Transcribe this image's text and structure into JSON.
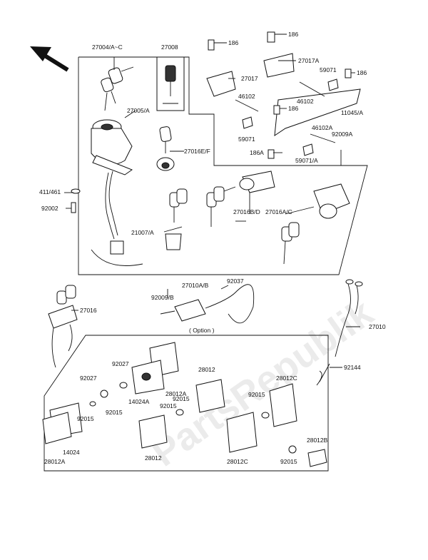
{
  "labels": {
    "l27004": "27004/A~C",
    "l27008": "27008",
    "l27005": "27005/A",
    "l27016ef": "27016E/F",
    "l411": "411/461",
    "l92002": "92002",
    "l21007": "21007/A",
    "l27016bd": "27016B/D",
    "l27016ac": "27016A/C",
    "l186a": "186",
    "l186b": "186",
    "l186c": "186",
    "l186d": "186",
    "l186A": "186A",
    "l27017": "27017",
    "l27017a": "27017A",
    "l59071a": "59071",
    "l59071b": "59071",
    "l59071A": "59071/A",
    "l46102a": "46102",
    "l46102b": "46102",
    "l46102A": "46102A",
    "l11045": "11045/A",
    "l92009A": "92009A",
    "l27016": "27016",
    "l92009b": "92009/B",
    "l27010ab": "27010A/B",
    "l92037": "92037",
    "l27010": "27010",
    "loption": "( Option )",
    "l92027a": "92027",
    "l92027b": "92027",
    "l92015a": "92015",
    "l92015b": "92015",
    "l92015c": "92015",
    "l92015d": "92015",
    "l92015e": "92015",
    "l92015f": "92015",
    "l14024a": "14024A",
    "l14024": "14024",
    "l28012a1": "28012A",
    "l28012a2": "28012A",
    "l28012x": "28012",
    "l28012y": "28012",
    "l28012c1": "28012C",
    "l28012c2": "28012C",
    "l28012b": "28012B",
    "l92144": "92144"
  },
  "watermark": "PartsRepublik",
  "icons": {
    "direction": "front-arrow-icon"
  }
}
